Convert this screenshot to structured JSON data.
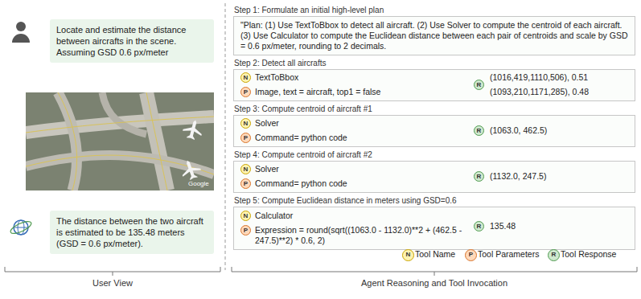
{
  "diagram": {
    "nodes": [
      {
        "text": [
          "Locate and estimate the distance between aircrafts in the scene. Assuming GSD 0.6 px/meter"
        ]
      },
      {
        "text": [
          "The distance between the two aircraft is estimated to be 135.48 meters (GSD = 0.6 px/meter)."
        ]
      },
      {
        "text": [
          "Step 1: Formulate an initial high-level plan",
          "\"Plan: (1) Use TextToBbox to detect all aircraft. (2) Use Solver to compute the centroid of each aircraft. (3) Use Calculator to compute the Euclidean distance between each pair of centroids and scale by GSD = 0.6 px/meter, rounding to 2 decimals."
        ]
      },
      {
        "text": [
          "Step 2: Detect all aircrafts",
          "TextToBbox",
          "Image, text = aircraft, top1 = false",
          "(1016,419,1110,506), 0.51",
          "(1093,210,1171,285), 0.48"
        ]
      },
      {
        "text": [
          "N"
        ],
        "in": 3
      },
      {
        "text": [
          "P"
        ],
        "in": 3
      },
      {
        "text": [
          "R"
        ],
        "in": 3
      },
      {
        "text": [
          "Step 3: Compute centroid of aircraft #1",
          "Solver",
          "Command= python code",
          "(1063.0, 462.5)"
        ]
      },
      {
        "text": [
          "N"
        ],
        "in": 7
      },
      {
        "text": [
          "P"
        ],
        "in": 7
      },
      {
        "text": [
          "R"
        ],
        "in": 7
      },
      {
        "text": [
          "Step 4: Compute centroid of aircraft #2",
          "Solver",
          "Command= python code",
          "(1132.0, 247.5)"
        ]
      },
      {
        "text": [
          "N"
        ],
        "in": 11
      },
      {
        "text": [
          "P"
        ],
        "in": 11
      },
      {
        "text": [
          "R"
        ],
        "in": 11
      },
      {
        "text": [
          "Step 5: Compute Euclidean distance in meters using GSD=0.6",
          "Calculator",
          "Expression = round(sqrt((1063.0 - 1132.0)**2 + (462.5 - 247.5)**2) * 0.6, 2)",
          "135.48"
        ]
      },
      {
        "text": [
          "N"
        ],
        "in": 15
      },
      {
        "text": [
          "P"
        ],
        "in": 15
      },
      {
        "text": [
          "R"
        ],
        "in": 15
      }
    ],
    "labels": [
      "Google",
      "N",
      "P",
      "R",
      "User View",
      "Agent Reasoning and Tool Invocation"
    ],
    "legend": [
      {
        "text": "Tool Name"
      },
      {
        "text": "Tool Parameters"
      },
      {
        "text": "Tool Response"
      }
    ]
  }
}
